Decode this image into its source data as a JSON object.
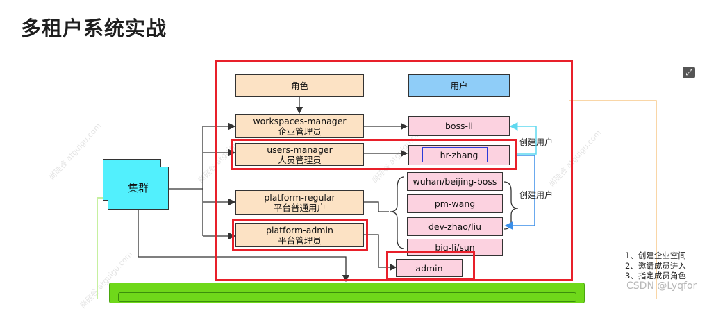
{
  "page": {
    "title": "多租户系统实战"
  },
  "diagram": {
    "role_header": "角色",
    "user_header": "用户",
    "cluster": "集群",
    "roles": [
      {
        "name": "workspaces-manager",
        "desc": "企业管理员"
      },
      {
        "name": "users-manager",
        "desc": "人员管理员"
      },
      {
        "name": "platform-regular",
        "desc": "平台普通用户"
      },
      {
        "name": "platform-admin",
        "desc": "平台管理员"
      }
    ],
    "users": {
      "boss": "boss-li",
      "hr": "hr-zhang",
      "group": [
        "wuhan/beijing-boss",
        "pm-wang",
        "dev-zhao/liu",
        "big-li/sun"
      ],
      "admin": "admin"
    },
    "create_user_1": "创建用户",
    "create_user_2": "创建用户",
    "notes": [
      "1、创建企业空间",
      "2、邀请成员进入",
      "3、指定成员角色"
    ]
  },
  "watermark": [
    "尚硅谷 atguigu.com",
    "尚硅谷 atguigu.com",
    "尚硅谷 atguigu.com",
    "尚硅谷 atguigu.com",
    "尚硅谷 atguigu.com"
  ],
  "credit": "CSDN @Lyqfor",
  "colors": {
    "frame_red": "#e8202a",
    "role_fill": "#fce2c4",
    "user_fill": "#fcd2e0",
    "header_blue": "#8fcdf8",
    "cluster_cyan": "#52f0fd",
    "bar_green": "#6fd81a"
  },
  "icons": {
    "expand": "expand-icon"
  }
}
